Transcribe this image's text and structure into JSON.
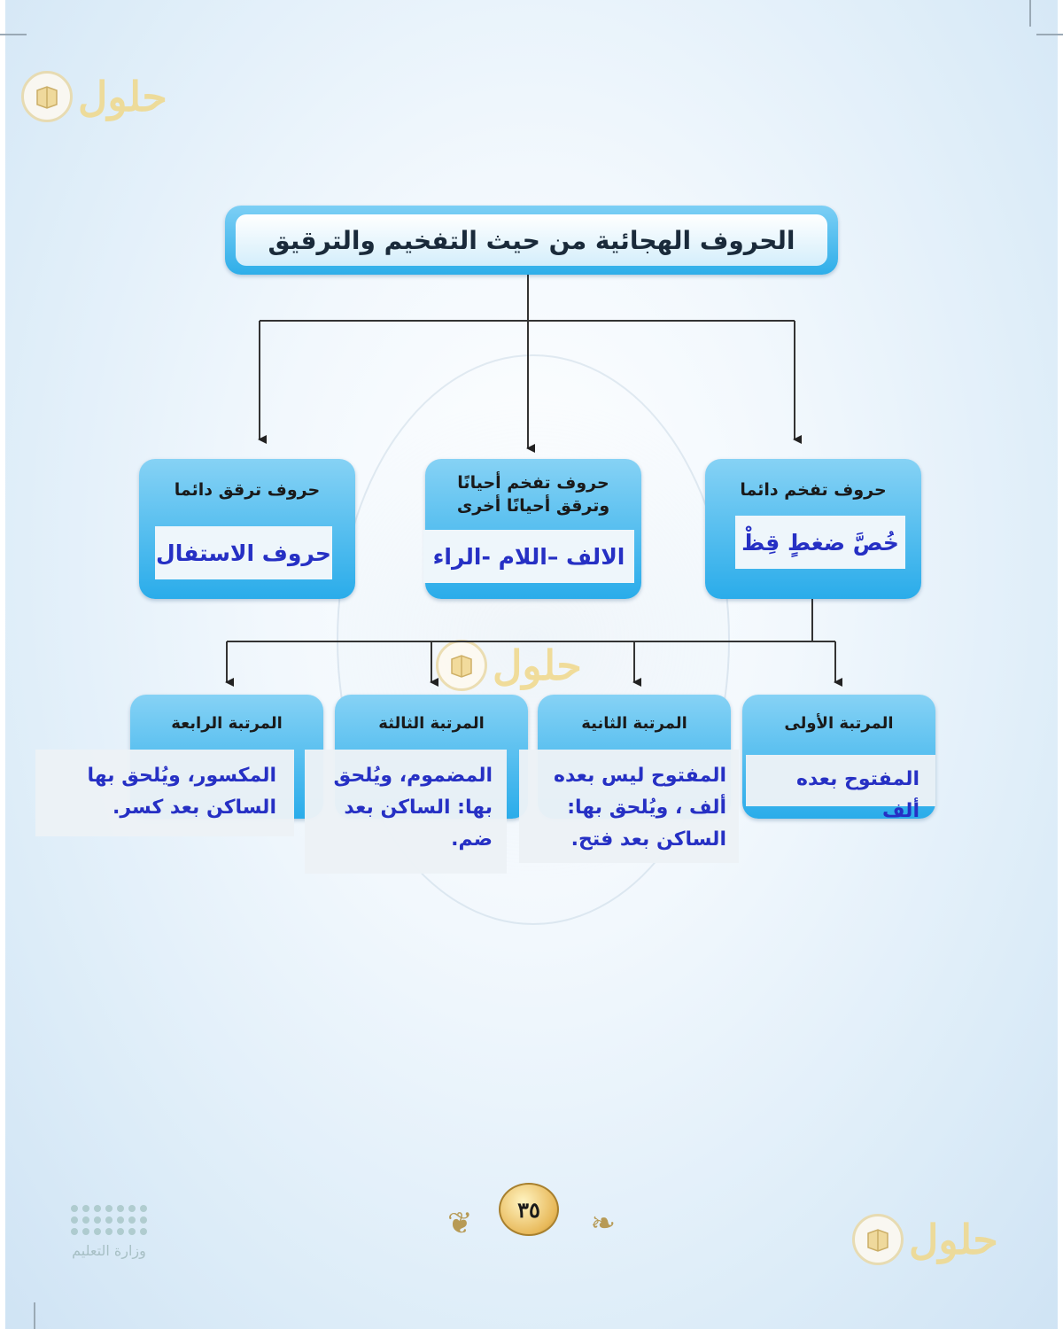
{
  "title": "الحروف الهجائية من حيث التفخيم والترقيق",
  "branches": {
    "always_heavy": {
      "title": "حروف تفخم دائما",
      "value": "خُصَّ ضغطٍ قِظْ"
    },
    "sometimes": {
      "title": "حروف تفخم أحيانًا وترقق أحيانًا أخرى",
      "value": "الالف –اللام -الراء"
    },
    "always_light": {
      "title": "حروف ترقق دائما",
      "value": "حروف الاستفال"
    }
  },
  "ranks": [
    {
      "title": "المرتبة الأولى",
      "desc": "المفتوح بعده ألف"
    },
    {
      "title": "المرتبة الثانية",
      "desc": "المفتوح ليس بعده ألف ، ويُلحق بها: الساكن بعد فتح."
    },
    {
      "title": "المرتبة الثالثة",
      "desc": "المضموم، ويُلحق بها: الساكن بعد ضم."
    },
    {
      "title": "المرتبة الرابعة",
      "desc": "المكسور، ويُلحق بها الساكن بعد كسر."
    }
  ],
  "page_number": "٣٥",
  "watermark": "حلول",
  "ministry": "وزارة التعليم",
  "colors": {
    "box_blue": "#2aacea",
    "value_text": "#2630c4",
    "watermark_gold": "#f0d88a"
  }
}
